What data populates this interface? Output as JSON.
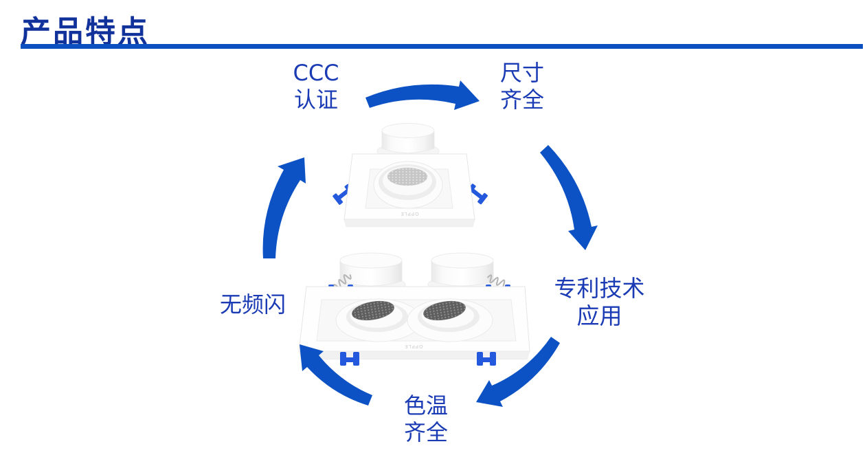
{
  "slide": {
    "title": "产品特点"
  },
  "features": {
    "ccc": {
      "line1": "CCC",
      "line2": "认证"
    },
    "size": {
      "line1": "尺寸",
      "line2": "齐全"
    },
    "patent": {
      "line1": "专利技术",
      "line2": "应用"
    },
    "cct": {
      "line1": "色温",
      "line2": "齐全"
    },
    "flicker": {
      "line1": "无频闪"
    }
  },
  "products": {
    "brand_mark": "OPPLE"
  },
  "icons": {
    "flow_arrows": "clockwise-curved-arrow x5"
  },
  "colors": {
    "title-color": "#12329b",
    "rule-color": "#0c4fc0",
    "arrow-color": "#0d52c4",
    "label-color": "#1a3bb4",
    "clip-color": "#2458dd"
  }
}
